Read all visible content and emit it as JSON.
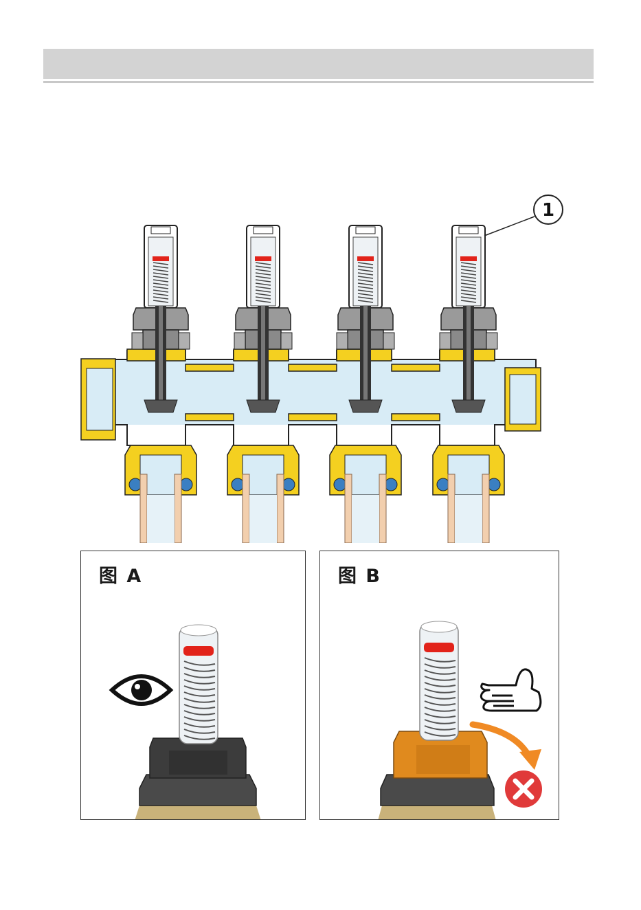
{
  "callout": {
    "number": "1"
  },
  "panels": [
    {
      "id": "A",
      "label": "图 A",
      "icon": "eye-icon",
      "cap_color": "#3c3c3c"
    },
    {
      "id": "B",
      "label": "图 B",
      "icon": "hand-icon",
      "cap_color": "#e08a1e",
      "status_icon": "red-x-icon",
      "status_color": "#e03a3a",
      "arrow_color": "#f08a24"
    }
  ],
  "colors": {
    "brass": "#f4d020",
    "pipe": "#f2cfae",
    "water": "#d8ecf6",
    "seal": "#3a7fc2",
    "indicator": "#e2231a"
  }
}
